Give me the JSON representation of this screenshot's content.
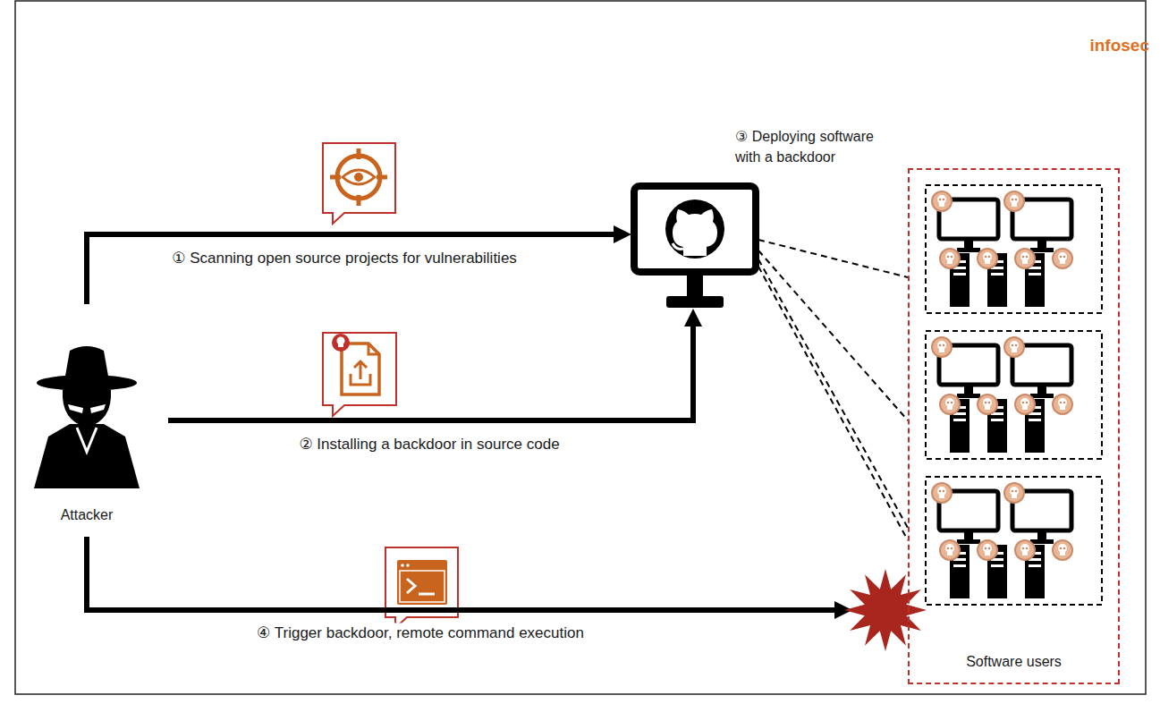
{
  "diagram": {
    "nodes": [
      {
        "text": [
          "Attacker"
        ]
      },
      {
        "text": [
          "③ Deploying software with a backdoor"
        ]
      },
      {
        "text": [
          "Software users"
        ]
      }
    ],
    "edges": [
      {
        "from": 0,
        "to": 1,
        "arrow": "to",
        "label": "① Scanning open source projects for vulnerabilities"
      },
      {
        "from": 0,
        "to": 1,
        "arrow": "to",
        "label": "② Installing a backdoor in source code"
      },
      {
        "from": 1,
        "to": 2,
        "arrow": "none"
      },
      {
        "from": 1,
        "to": 2,
        "arrow": "none"
      },
      {
        "from": 1,
        "to": 2,
        "arrow": "none"
      },
      {
        "from": 1,
        "to": 2,
        "arrow": "none"
      },
      {
        "from": 0,
        "to": 2,
        "arrow": "to",
        "label": "④ Trigger backdoor, remote command execution"
      }
    ],
    "labels": [
      "infosec"
    ]
  }
}
